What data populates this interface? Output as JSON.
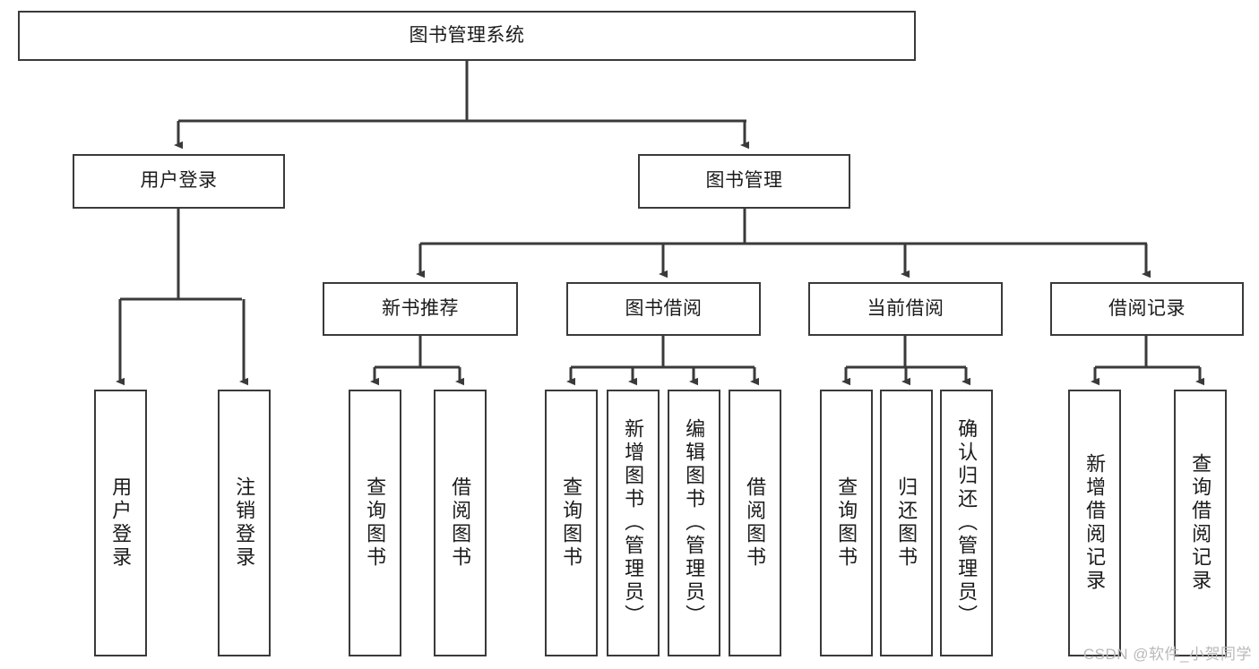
{
  "diagram": {
    "title": "图书管理系统",
    "type": "hierarchy-tree",
    "watermark": "CSDN @软件_小贺同学",
    "colors": {
      "background": "#ffffff",
      "border": "#3a3a3a",
      "text": "#1b1b1b",
      "edge": "#3a3a3a",
      "watermark": "#b9b9b9"
    },
    "root": {
      "label": "图书管理系统"
    },
    "level2": [
      {
        "label": "用户登录"
      },
      {
        "label": "图书管理"
      }
    ],
    "level3": [
      {
        "label": "新书推荐"
      },
      {
        "label": "图书借阅"
      },
      {
        "label": "当前借阅"
      },
      {
        "label": "借阅记录"
      }
    ],
    "leaves": {
      "user_login": [
        {
          "label": "用户登录"
        },
        {
          "label": "注销登录"
        }
      ],
      "new_book_recommend": [
        {
          "label": "查询图书"
        },
        {
          "label": "借阅图书"
        }
      ],
      "book_borrow": [
        {
          "label": "查询图书"
        },
        {
          "label": "新增图书（管理员）"
        },
        {
          "label": "编辑图书（管理员）"
        },
        {
          "label": "借阅图书"
        }
      ],
      "current_borrow": [
        {
          "label": "查询图书"
        },
        {
          "label": "归还图书"
        },
        {
          "label": "确认归还（管理员）"
        }
      ],
      "borrow_record": [
        {
          "label": "新增借阅记录"
        },
        {
          "label": "查询借阅记录"
        }
      ]
    }
  }
}
